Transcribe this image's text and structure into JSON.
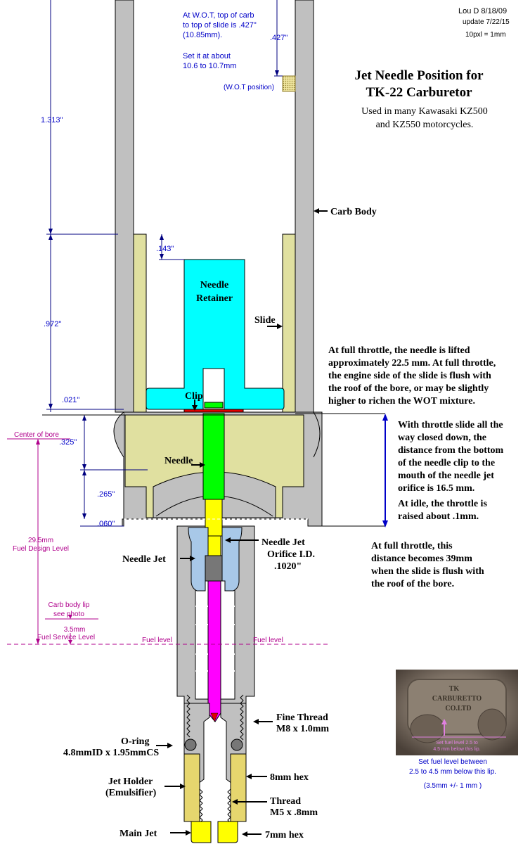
{
  "header": {
    "author": "Lou D 8/18/09",
    "update": "update 7/22/15",
    "scale": "10pxl = 1mm"
  },
  "title": {
    "line1": "Jet Needle Position for",
    "line2": "TK-22 Carburetor",
    "sub1": "Used in many Kawasaki KZ500",
    "sub2": "and KZ550 motorcycles."
  },
  "wot_note": {
    "line1": "At  W.O.T, top of carb",
    "line2": "to top of slide is .427\"",
    "line3": "(10.85mm).",
    "line4": "Set it at about",
    "line5": "10.6 to 10.7mm",
    "position_label": "(W.O.T position)"
  },
  "dimensions": {
    "d1313": "1.313\"",
    "d427": ".427\"",
    "d143": ".143\"",
    "d972": ".972\"",
    "d021": ".021\"",
    "d325": ".325\"",
    "d265": ".265\"",
    "d060": ".060\""
  },
  "parts": {
    "carb_body": "Carb Body",
    "needle_retainer_1": "Needle",
    "needle_retainer_2": "Retainer",
    "slide": "Slide",
    "clip": "Clip",
    "needle": "Needle",
    "needle_jet": "Needle Jet",
    "orifice_1": "Needle Jet",
    "orifice_2": "Orifice I.D.",
    "orifice_3": ".1020\"",
    "fine_thread_1": "Fine Thread",
    "fine_thread_2": "M8 x 1.0mm",
    "oring_1": "O-ring",
    "oring_2": "4.8mmID x 1.95mmCS",
    "jet_holder_1": "Jet Holder",
    "jet_holder_2": "(Emulsifier)",
    "hex8": "8mm hex",
    "thread_1": "Thread",
    "thread_2": "M5 x .8mm",
    "main_jet": "Main Jet",
    "hex7": "7mm hex"
  },
  "left_notes": {
    "center_bore": "Center of bore",
    "design_1": "29.5mm",
    "design_2": "Fuel Design Level",
    "lip_1": "Carb body lip",
    "lip_2": "see photo",
    "service_1": "3.5mm",
    "service_2": "Fuel Service Level",
    "fuel_level_l": "Fuel level",
    "fuel_level_r": "Fuel level"
  },
  "notes": {
    "full_throttle": [
      "At full throttle, the needle is lifted",
      "approximately 22.5 mm. At full throttle,",
      "the engine side of the slide is flush with",
      "the roof of the bore, or may be slightly",
      "higher to richen the WOT mixture."
    ],
    "closed": [
      "With throttle slide all the",
      "way closed down, the",
      "distance from the bottom",
      "of the needle clip to the",
      "mouth of the needle jet",
      "orifice is 16.5 mm.",
      "At idle, the throttle is",
      "raised about .1mm."
    ],
    "full_throttle_2": [
      "At full throttle, this",
      "distance becomes 39mm",
      "when the slide is flush with",
      "the roof of the bore."
    ]
  },
  "photo": {
    "stamp_1": "TK",
    "stamp_2": "CARBURETTO",
    "stamp_3": "CO.LTD",
    "overlay_1": "Set fuel level 2.5 to",
    "overlay_2": "4.5 mm below this lip.",
    "caption_1": "Set fuel level between",
    "caption_2": "2.5 to 4.5 mm below this lip.",
    "caption_3": "(3.5mm +/- 1 mm )"
  },
  "colors": {
    "carb_body": "#c0c0c0",
    "slide": "#e0e0a0",
    "needle_retainer": "#00ffff",
    "needle_green": "#00ff00",
    "needle_yellow": "#ffff00",
    "needle_magenta": "#ff00ff",
    "needle_jet": "#a8c8e8",
    "jet_holder": "#e6d66e",
    "clip": "#e00000",
    "dimension_blue": "#0000c8",
    "fuel_magenta": "#b0008c"
  }
}
